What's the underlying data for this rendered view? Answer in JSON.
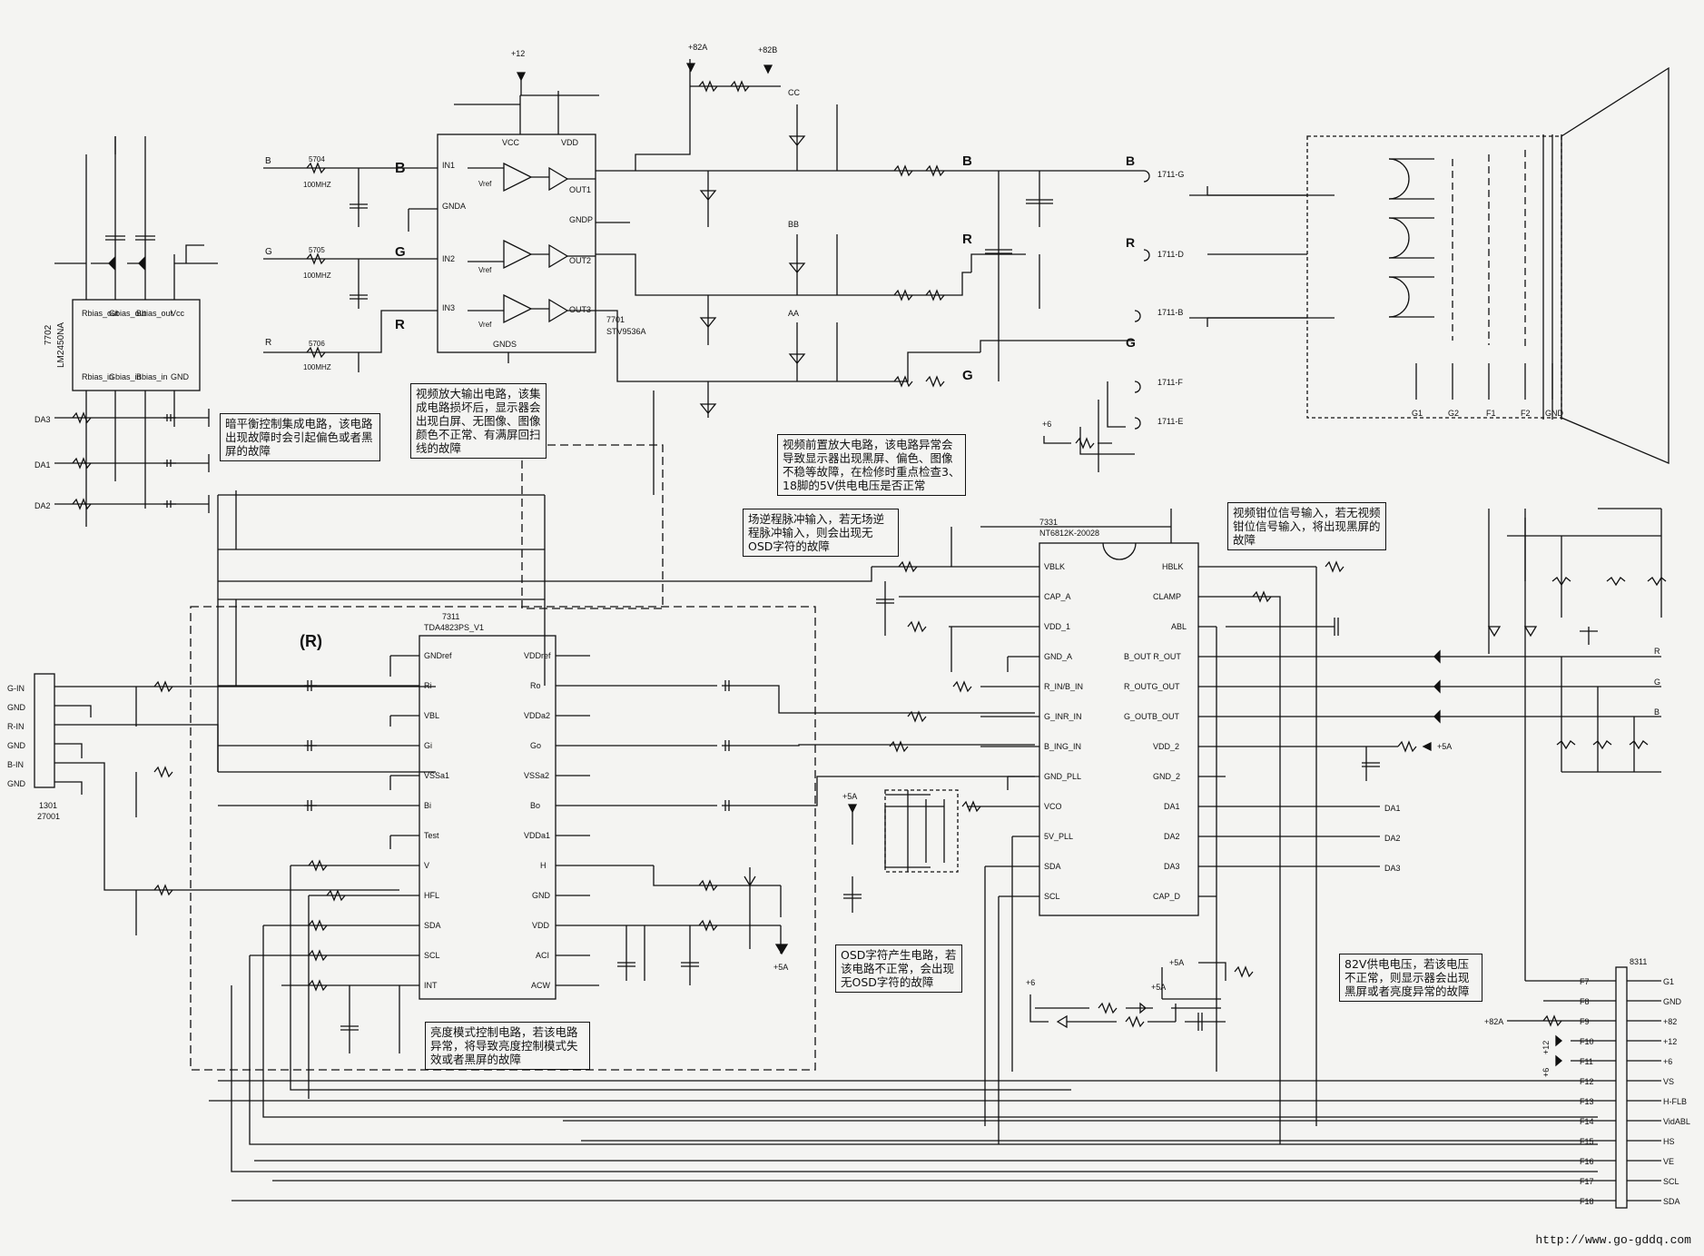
{
  "ics": {
    "u7702": {
      "ref": "7702",
      "part": "LM2450NA",
      "pins": [
        "Rbias_out",
        "Gbias_out",
        "Bbias_out",
        "Vcc",
        "Rbias_in",
        "Gbias_in",
        "Bbias_in",
        "GND"
      ]
    },
    "u7701": {
      "ref": "7701",
      "part": "STV9536A",
      "pins_left": [
        "IN1",
        "GNDA",
        "IN2",
        "IN3"
      ],
      "pins_right": [
        "OUT1",
        "GNDP",
        "OUT2",
        "OUT3"
      ],
      "top": [
        "VCC",
        "VDD"
      ],
      "bottom": "GNDS"
    },
    "u7311": {
      "ref": "7311",
      "part": "TDA4823PS_V1",
      "left_pins": [
        "GNDref",
        "Ri",
        "VBL",
        "Gi",
        "VSSa1",
        "Bi",
        "Test",
        "V",
        "HFL",
        "SDA",
        "SCL",
        "INT"
      ],
      "right_pins": [
        "VDDref",
        "Ro",
        "VDDa2",
        "Go",
        "VSSa2",
        "Bo",
        "VDDa1",
        "H",
        "GND",
        "VDD",
        "ACI",
        "ACW"
      ]
    },
    "u7331": {
      "ref": "7331",
      "part": "NT6812K-20028",
      "left_pins": [
        "VBLK",
        "CAP_A",
        "VDD_1",
        "GND_A",
        "R_IN/B_IN",
        "G_INR_IN",
        "B_ING_IN",
        "GND_PLL",
        "VCO",
        "5V_PLL",
        "SDA",
        "SCL"
      ],
      "right_pins": [
        "HBLK",
        "CLAMP",
        "ABL",
        "B_OUT R_OUT",
        "R_OUTG_OUT",
        "G_OUTB_OUT",
        "VDD_2",
        "GND_2",
        "DA1",
        "DA2",
        "DA3",
        "CAP_D"
      ]
    }
  },
  "connectors": {
    "c1301": {
      "ref": "1301",
      "sub": "27001",
      "pins": [
        "G-IN",
        "GND",
        "R-IN",
        "GND",
        "B-IN",
        "GND"
      ]
    },
    "c8311": {
      "ref": "8311",
      "pins": [
        "G1",
        "GND",
        "+82",
        "+12",
        "+6",
        "VS",
        "H-FLB",
        "VidABL",
        "HS",
        "VE",
        "SCL",
        "SDA"
      ],
      "flags": [
        "F7",
        "F8",
        "F9",
        "F10",
        "F11",
        "F12",
        "F13",
        "F14",
        "F15",
        "F16",
        "F17",
        "F18"
      ]
    }
  },
  "signals": {
    "b": "B",
    "g": "G",
    "r": "R",
    "r_paren": "(R)",
    "plus12": "+12",
    "plus82a": "+82A",
    "plus82b": "+82B",
    "cc": "CC",
    "bb": "BB",
    "aa": "AA",
    "plus5a": "+5A",
    "plus6": "+6",
    "da1": "DA1",
    "da2": "DA2",
    "da3": "DA3"
  },
  "crt": {
    "labels": [
      "G1",
      "G2",
      "F1",
      "F2",
      "GND"
    ],
    "sockets": [
      "1711-G",
      "1711-D",
      "1711-B",
      "1711-F",
      "1711-E"
    ]
  },
  "notes": {
    "bias": "暗平衡控制集成电路，该电路出现故障时会引起偏色或者黑屏的故障",
    "video_amp": "视频放大输出电路，该集成电路损坏后，显示器会出现白屏、无图像、图像颜色不正常、有满屏回扫线的故障",
    "preamp": "视频前置放大电路，该电路异常会导致显示器出现黑屏、偏色、图像不稳等故障，在检修时重点检查3、18脚的5V供电电压是否正常",
    "flyback": "场逆程脉冲输入，若无场逆程脉冲输入，则会出现无OSD字符的故障",
    "clamp": "视频钳位信号输入，若无视频钳位信号输入，将出现黑屏的故障",
    "brightness": "亮度模式控制电路，若该电路异常，将导致亮度控制模式失效或者黑屏的故障",
    "osd": "OSD字符产生电路，若该电路不正常，会出现无OSD字符的故障",
    "hv82": "82V供电电压，若该电压不正常，则显示器会出现黑屏或者亮度异常的故障"
  },
  "watermark": "http://www.go-gddq.com"
}
